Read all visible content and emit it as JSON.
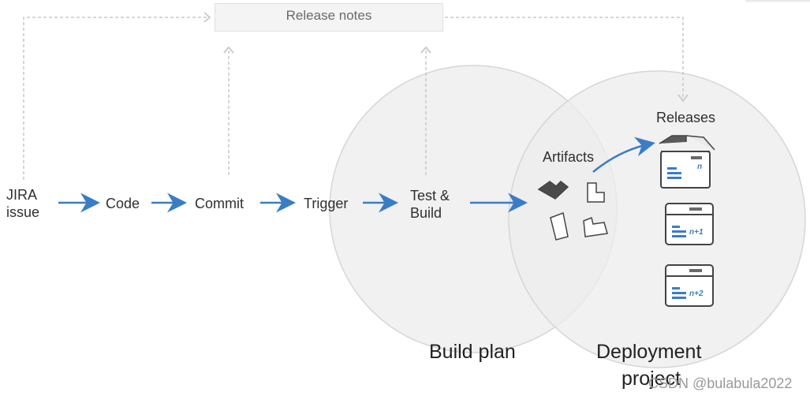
{
  "release_notes": "Release notes",
  "flow": {
    "jira_line1": "JIRA",
    "jira_line2": "issue",
    "code": "Code",
    "commit": "Commit",
    "trigger": "Trigger",
    "test_line1": "Test &",
    "test_line2": "Build"
  },
  "artifacts_label": "Artifacts",
  "releases_label": "Releases",
  "release_tags": [
    "n",
    "n+1",
    "n+2"
  ],
  "build_plan_label": "Build plan",
  "deployment_label_line1": "Deployment",
  "deployment_label_line2": "project",
  "watermark": "CSDN @bulabula2022",
  "colors": {
    "arrow": "#3b7dc4",
    "dashed": "#c8c8c8",
    "circle_fill": "#ececec",
    "circle_stroke": "#d6d6d6",
    "box_blue": "#3b7dc4"
  },
  "icons": [
    "arrow-right-icon",
    "dashed-arrow-up-icon",
    "dashed-arrow-down-icon",
    "artifact-icon",
    "package-box-icon"
  ]
}
